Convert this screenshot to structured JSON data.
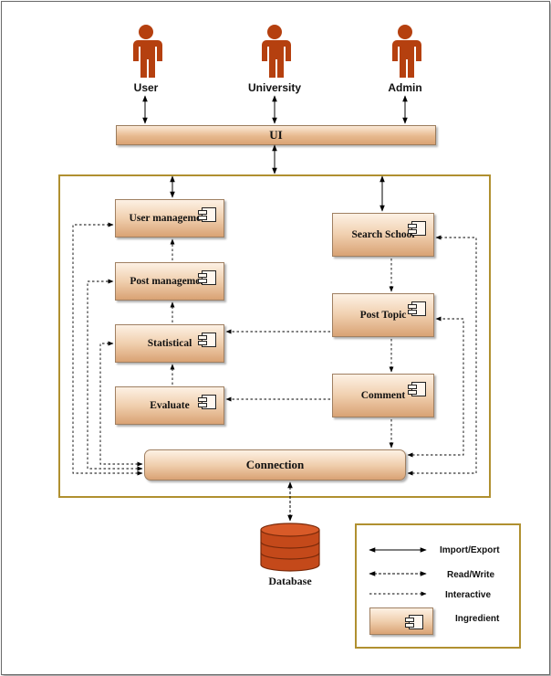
{
  "actors": [
    {
      "label": "User",
      "icon": "person-icon"
    },
    {
      "label": "University",
      "icon": "person-icon"
    },
    {
      "label": "Admin",
      "icon": "person-icon"
    }
  ],
  "ui_bar": {
    "label": "UI"
  },
  "components": {
    "user_management": "User management",
    "post_management": "Post management",
    "statistical": "Statistical",
    "evaluate": "Evaluate",
    "search_school": "Search School",
    "post_topic": "Post Topic",
    "comment": "Comment",
    "connection": "Connection"
  },
  "database": {
    "label": "Database",
    "icon": "database-icon"
  },
  "legend": {
    "import_export": "Import/Export",
    "read_write": "Read/Write",
    "interactive": "Interactive",
    "ingredient": "Ingredient"
  },
  "colors": {
    "actor": "#b5400f",
    "component_top": "#fdf1e4",
    "component_bottom": "#d9a274",
    "container_border": "#b09030",
    "database": "#c4491a"
  }
}
